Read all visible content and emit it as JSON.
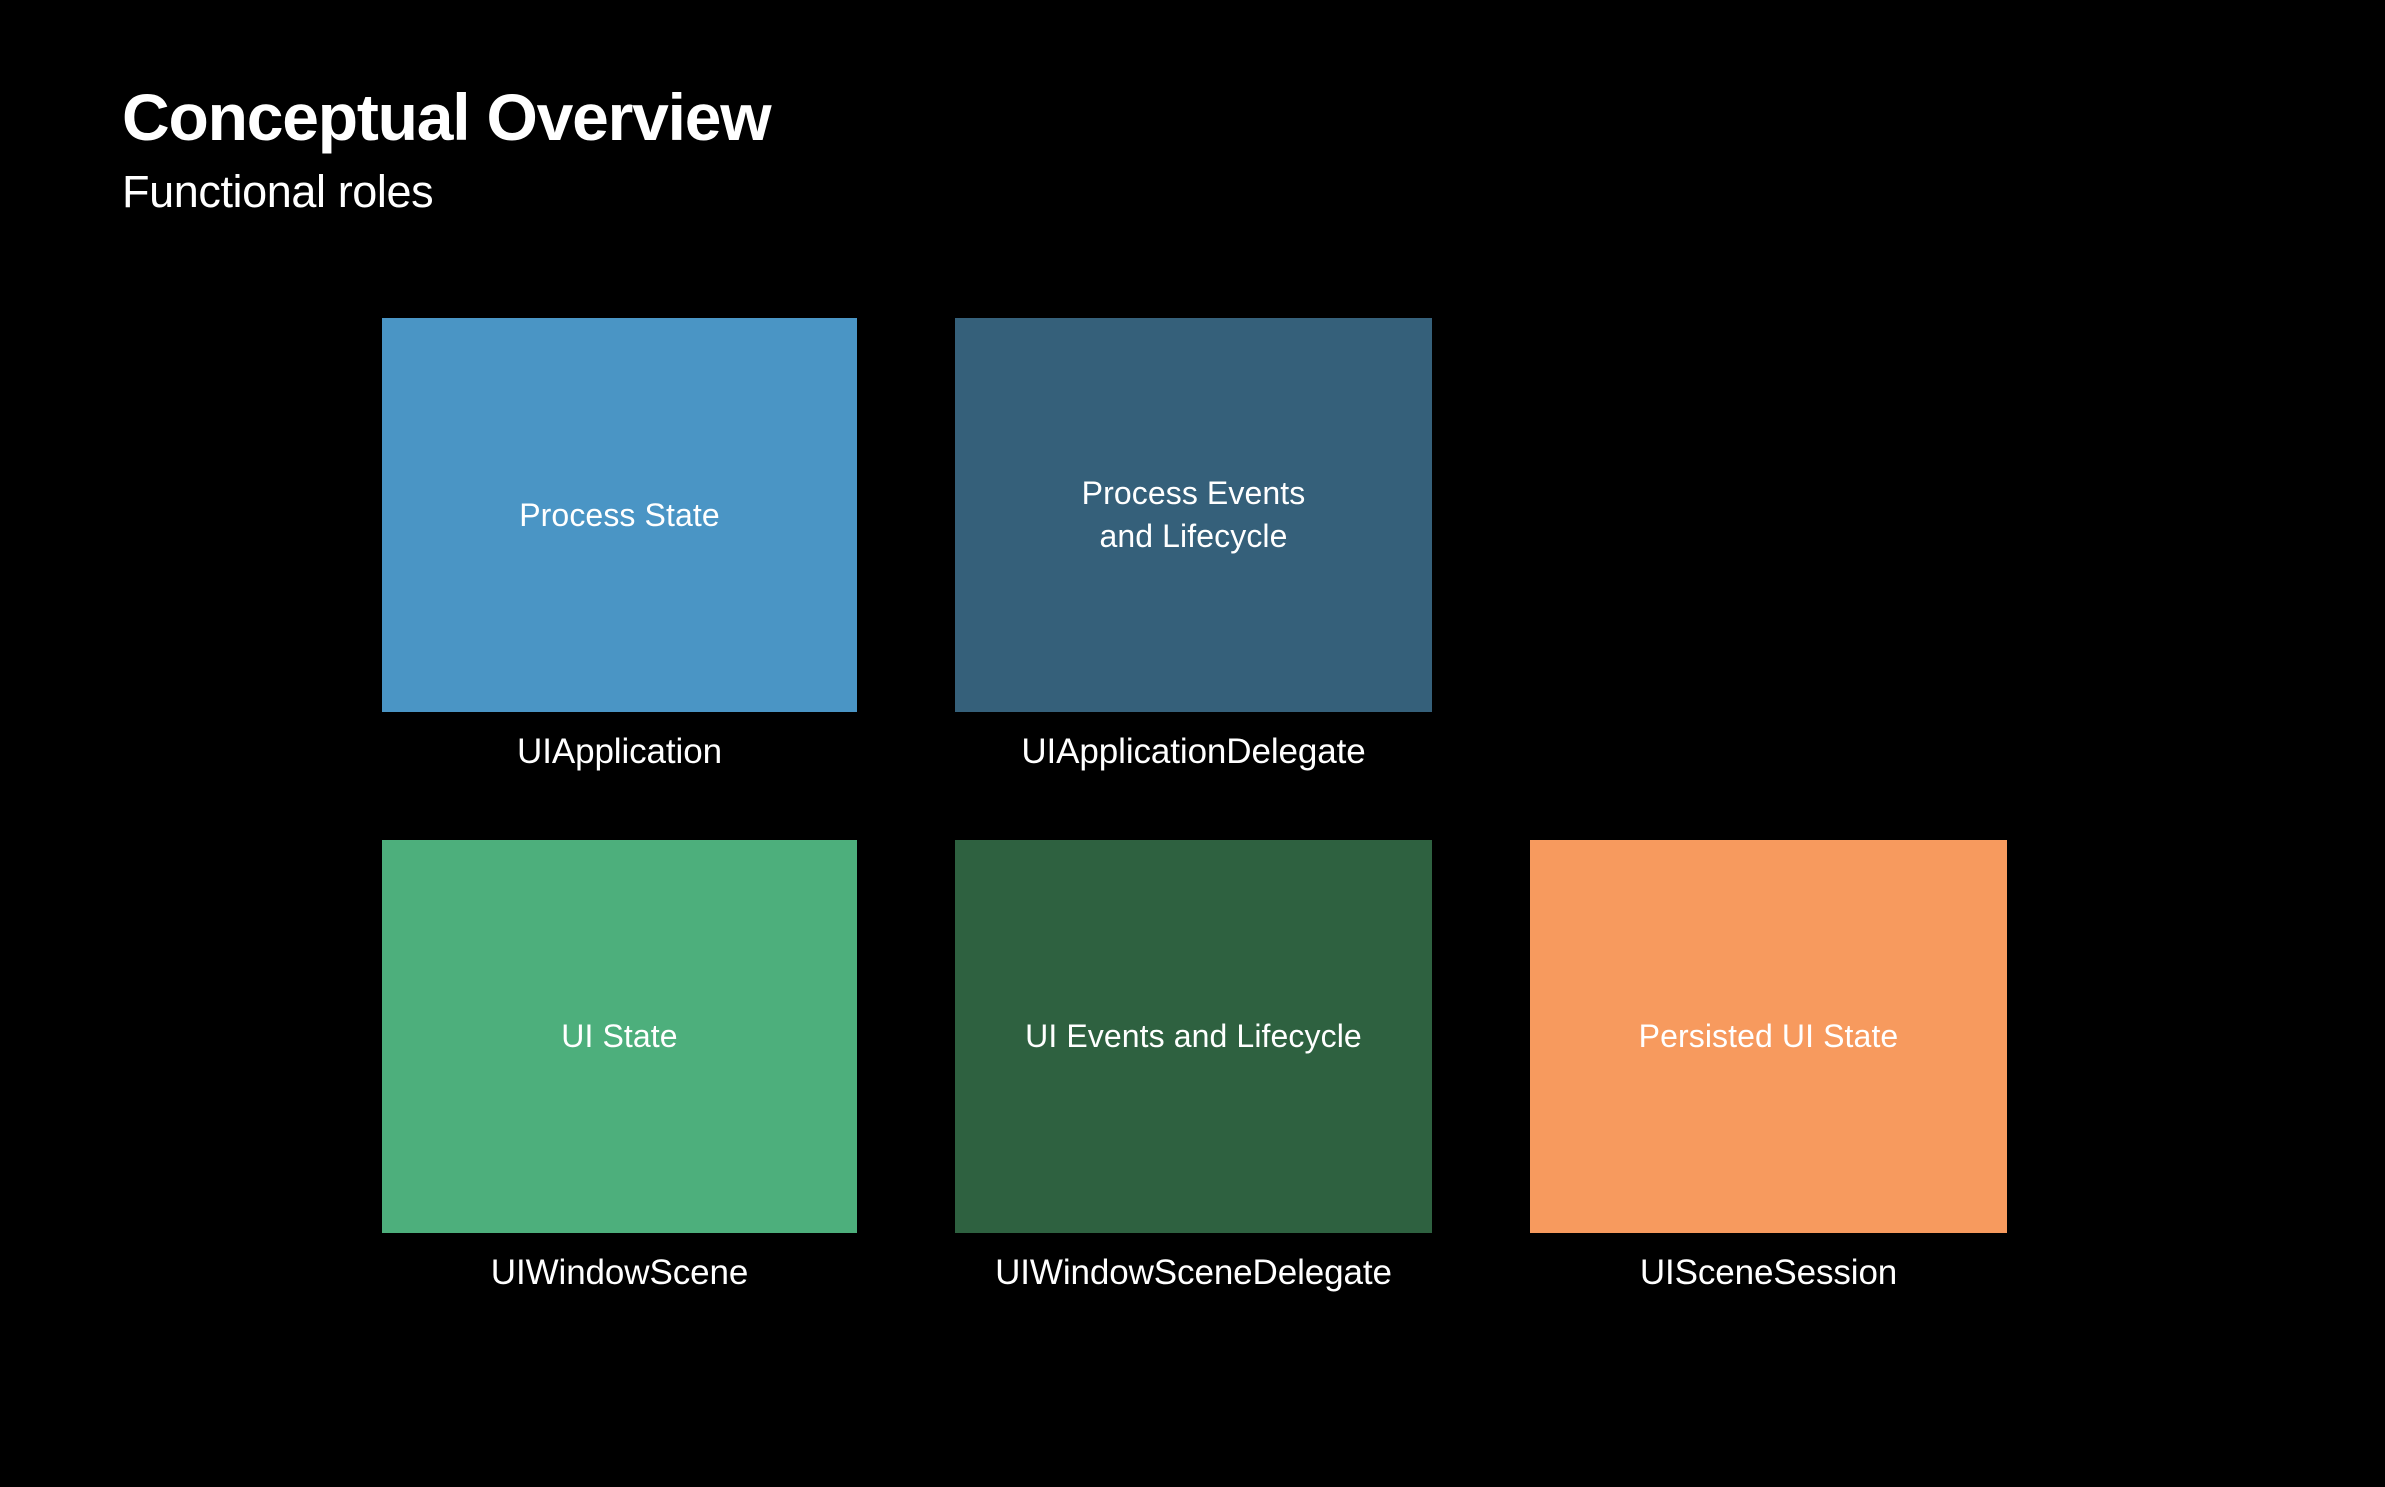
{
  "slide": {
    "background_color": "#000000",
    "title": "Conceptual Overview",
    "subtitle": "Functional roles"
  },
  "diagram": {
    "type": "role-grid",
    "nodes": [
      {
        "id": "uiapplication",
        "role_text": "Process State",
        "caption": "UIApplication",
        "color": "#4A95C5",
        "row": 1,
        "column": 1
      },
      {
        "id": "uiapplicationdelegate",
        "role_text": "Process Events\nand Lifecycle",
        "caption": "UIApplicationDelegate",
        "color": "#35607A",
        "row": 1,
        "column": 2
      },
      {
        "id": "uiwindowscene",
        "role_text": "UI State",
        "caption": "UIWindowScene",
        "color": "#4DAF7C",
        "row": 2,
        "column": 1
      },
      {
        "id": "uiwindowscenedelegate",
        "role_text": "UI Events and Lifecycle",
        "caption": "UIWindowSceneDelegate",
        "color": "#2E6140",
        "row": 2,
        "column": 2
      },
      {
        "id": "uiscenesession",
        "role_text": "Persisted UI State",
        "caption": "UISceneSession",
        "color": "#F79A5E",
        "row": 2,
        "column": 3
      }
    ]
  }
}
